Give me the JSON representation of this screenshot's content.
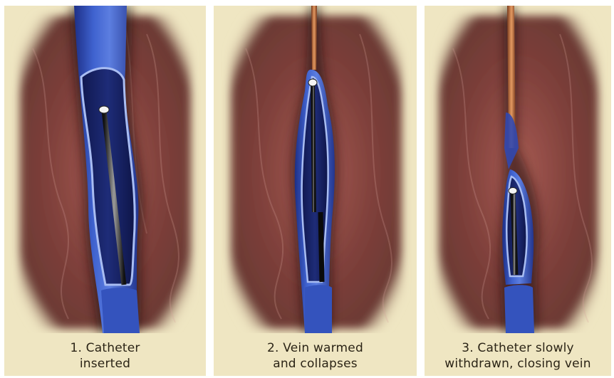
{
  "panels": [
    {
      "caption_line1": "1. Catheter",
      "caption_line2": "inserted"
    },
    {
      "caption_line1": "2. Vein warmed",
      "caption_line2": "and collapses"
    },
    {
      "caption_line1": "3. Catheter slowly",
      "caption_line2": "withdrawn, closing vein"
    }
  ],
  "colors": {
    "panel_background": "#efe6c2",
    "tissue": "#8a4a44",
    "vein_blue": "#3552b8",
    "catheter_copper": "#b5602f"
  },
  "icons": [
    "tissue-background",
    "vein",
    "catheter",
    "catheter-tip"
  ]
}
